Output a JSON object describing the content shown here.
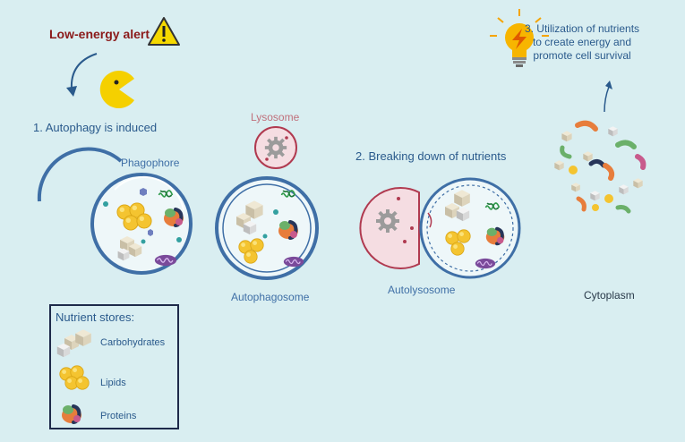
{
  "alert": {
    "text": "Low-energy alert"
  },
  "steps": {
    "step1": "1. Autophagy is induced",
    "step2": "2. Breaking down of nutrients",
    "step3": "3. Utilization of nutrients to create energy and promote cell survival"
  },
  "labels": {
    "phagophore": "Phagophore",
    "lysosome": "Lysosome",
    "autophagosome": "Autophagosome",
    "autolysosome": "Autolysosome",
    "cytoplasm": "Cytoplasm"
  },
  "legend": {
    "title": "Nutrient stores:",
    "items": [
      "Carbohydrates",
      "Lipids",
      "Proteins"
    ]
  },
  "icons": [
    "warning-icon",
    "pacman-icon",
    "lightbulb-icon",
    "gear-icon",
    "mitochondrion-icon",
    "rna-strand-icon"
  ],
  "colors": {
    "background": "#d9eef1",
    "membrane": "#3f6fa6",
    "lysosome": "#b03a50",
    "lipid": "#f4c430",
    "carbohydrate": "#d8cfb8",
    "alert_text": "#8b1a1a"
  }
}
